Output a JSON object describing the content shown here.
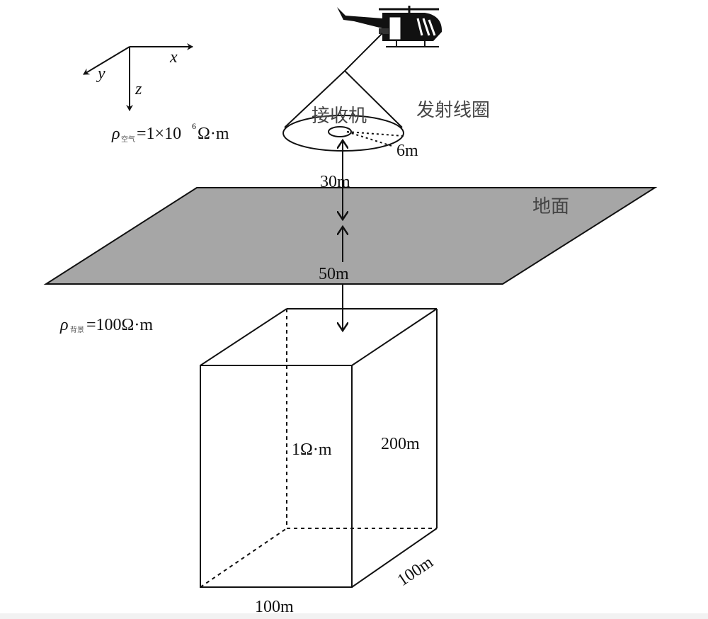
{
  "axes": {
    "x": "x",
    "y": "y",
    "z": "z"
  },
  "air_resistivity": {
    "symbol": "ρ",
    "subscript": "空气",
    "value": "=1×10",
    "exponent": "6",
    "unit": "Ω·m"
  },
  "background_resistivity": {
    "symbol": "ρ",
    "subscript": "背景",
    "value": "=100Ω·m"
  },
  "receiver_label": "接收机",
  "transmitter_coil_label": "发射线圈",
  "coil_radius_label": "6m",
  "flight_height_label": "30m",
  "ground_label": "地面",
  "burial_depth_label": "50m",
  "body_resistivity_label": "1Ω·m",
  "body_height_label": "200m",
  "body_width_label": "100m",
  "body_depth_label": "100m",
  "colors": {
    "ground": "#a6a6a6",
    "line": "#111111"
  }
}
